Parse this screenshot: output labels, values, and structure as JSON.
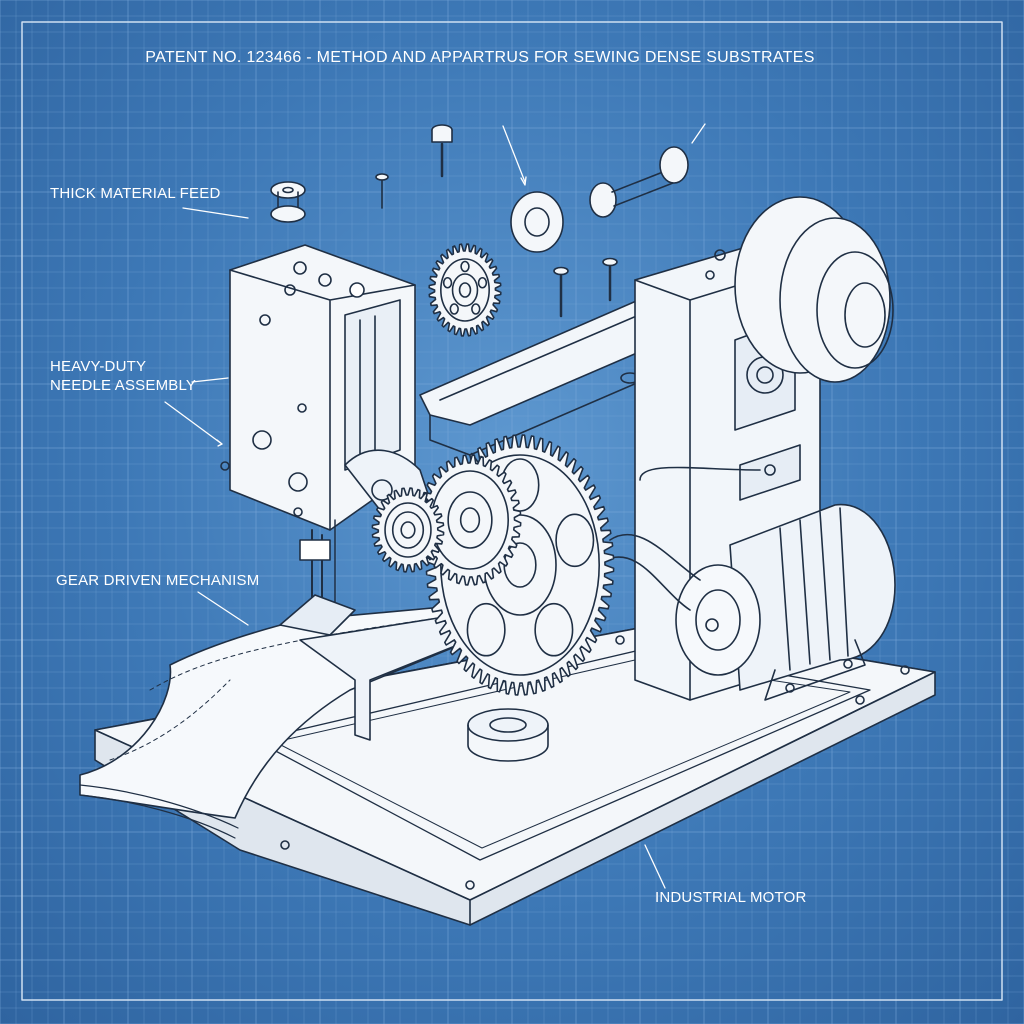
{
  "title": "PATENT NO. 123466 - METHOD AND APPARTRUS FOR SEWING DENSE SUBSTRATES",
  "labels": {
    "thick_material_feed": "THICK MATERIAL FEED",
    "needle_line1": "HEAVY-DUTY",
    "needle_line2": "NEEDLE ASSEMBLY",
    "gear_mechanism": "GEAR DRIVEN MECHANISM",
    "industrial_motor": "INDUSTRIAL MOTOR"
  },
  "colors": {
    "background": "#3d78b6",
    "grid_line": "#7aa8d8",
    "line_art": "#ffffff",
    "part_fill": "#eef3f9"
  }
}
